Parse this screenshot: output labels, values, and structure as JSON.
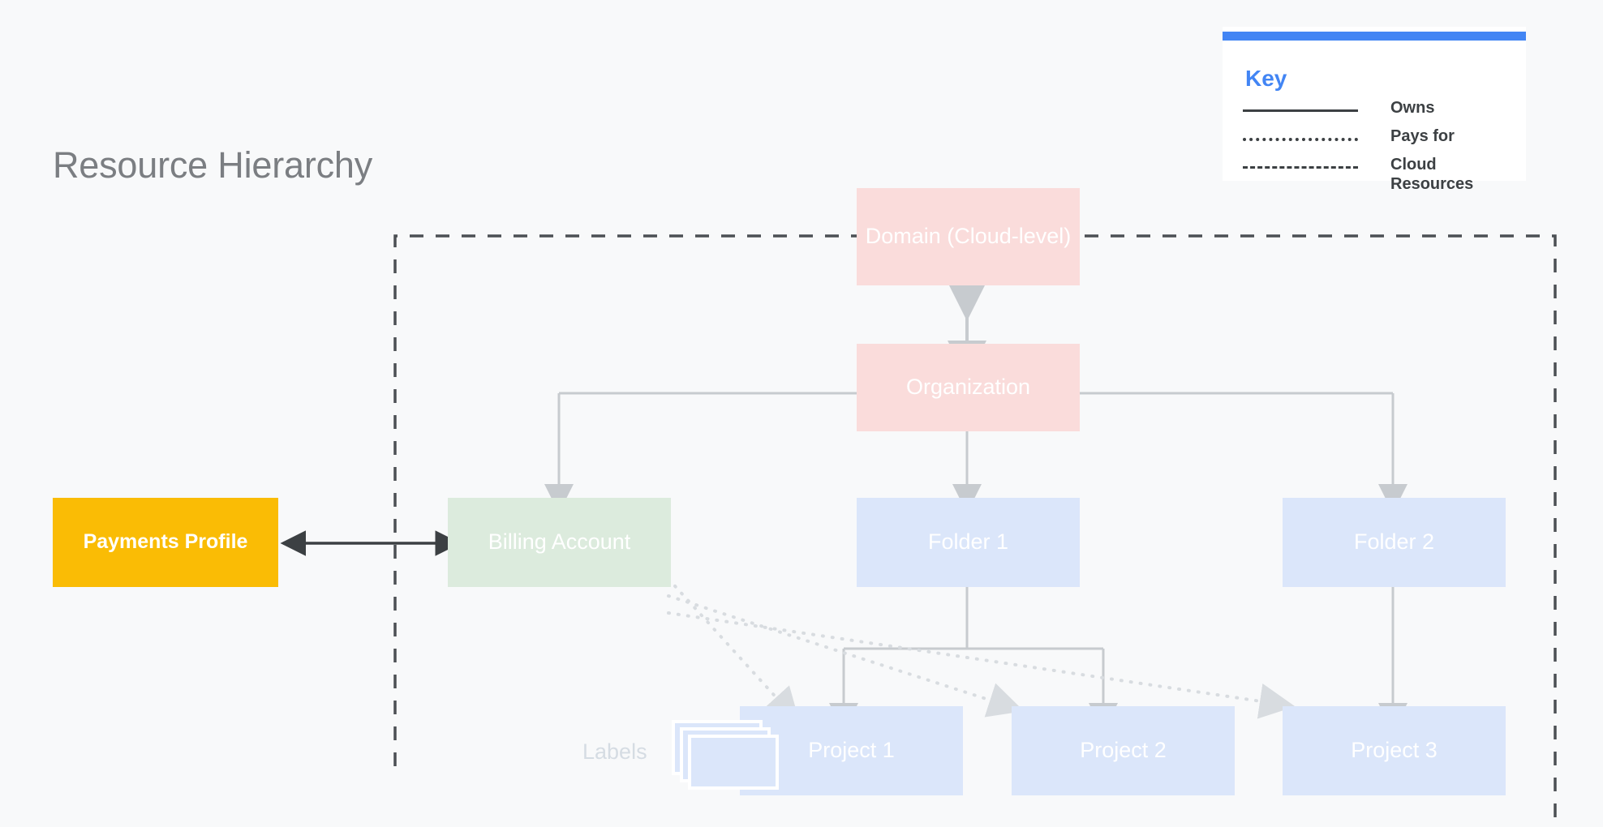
{
  "page": {
    "title": "Resource Hierarchy",
    "background_color": "#F8F9FA"
  },
  "legend": {
    "title": "Key",
    "accent_color": "#4285F4",
    "items": [
      {
        "style": "solid",
        "label": "Owns"
      },
      {
        "style": "dotted",
        "label": "Pays for"
      },
      {
        "style": "dashed",
        "label": "Cloud Resources"
      }
    ]
  },
  "nodes": {
    "domain": {
      "label": "Domain (Cloud-level)",
      "color": "#FADCDB"
    },
    "organization": {
      "label": "Organization",
      "color": "#FADCDB"
    },
    "billing": {
      "label": "Billing Account",
      "color": "#DCEBDD"
    },
    "folder1": {
      "label": "Folder 1",
      "color": "#DBE6FA"
    },
    "folder2": {
      "label": "Folder 2",
      "color": "#DBE6FA"
    },
    "project1": {
      "label": "Project 1",
      "color": "#DBE6FA"
    },
    "project2": {
      "label": "Project 2",
      "color": "#DBE6FA"
    },
    "project3": {
      "label": "Project 3",
      "color": "#DBE6FA"
    },
    "payments": {
      "label": "Payments Profile",
      "color": "#FABC05"
    },
    "labels": {
      "label": "Labels"
    }
  },
  "edges": {
    "owns": [
      "Organization -> Domain (Cloud-level)",
      "Organization -> Billing Account",
      "Organization -> Folder 1",
      "Organization -> Folder 2",
      "Folder 1 -> Project 1",
      "Folder 1 -> Project 2",
      "Folder 2 -> Project 3"
    ],
    "pays_for": [
      "Billing Account -> Project 1",
      "Billing Account -> Project 2",
      "Billing Account -> Project 3"
    ],
    "bidirectional": [
      "Payments Profile <-> Billing Account"
    ],
    "cloud_resources_boundary": "dashed region enclosing Domain, Organization, Billing Account, Folders and Projects"
  },
  "colors": {
    "line_gray": "#C7CBCF",
    "line_dark": "#3C4043",
    "text_gray": "#7B7E82",
    "label_gray": "#D5DCE3"
  }
}
